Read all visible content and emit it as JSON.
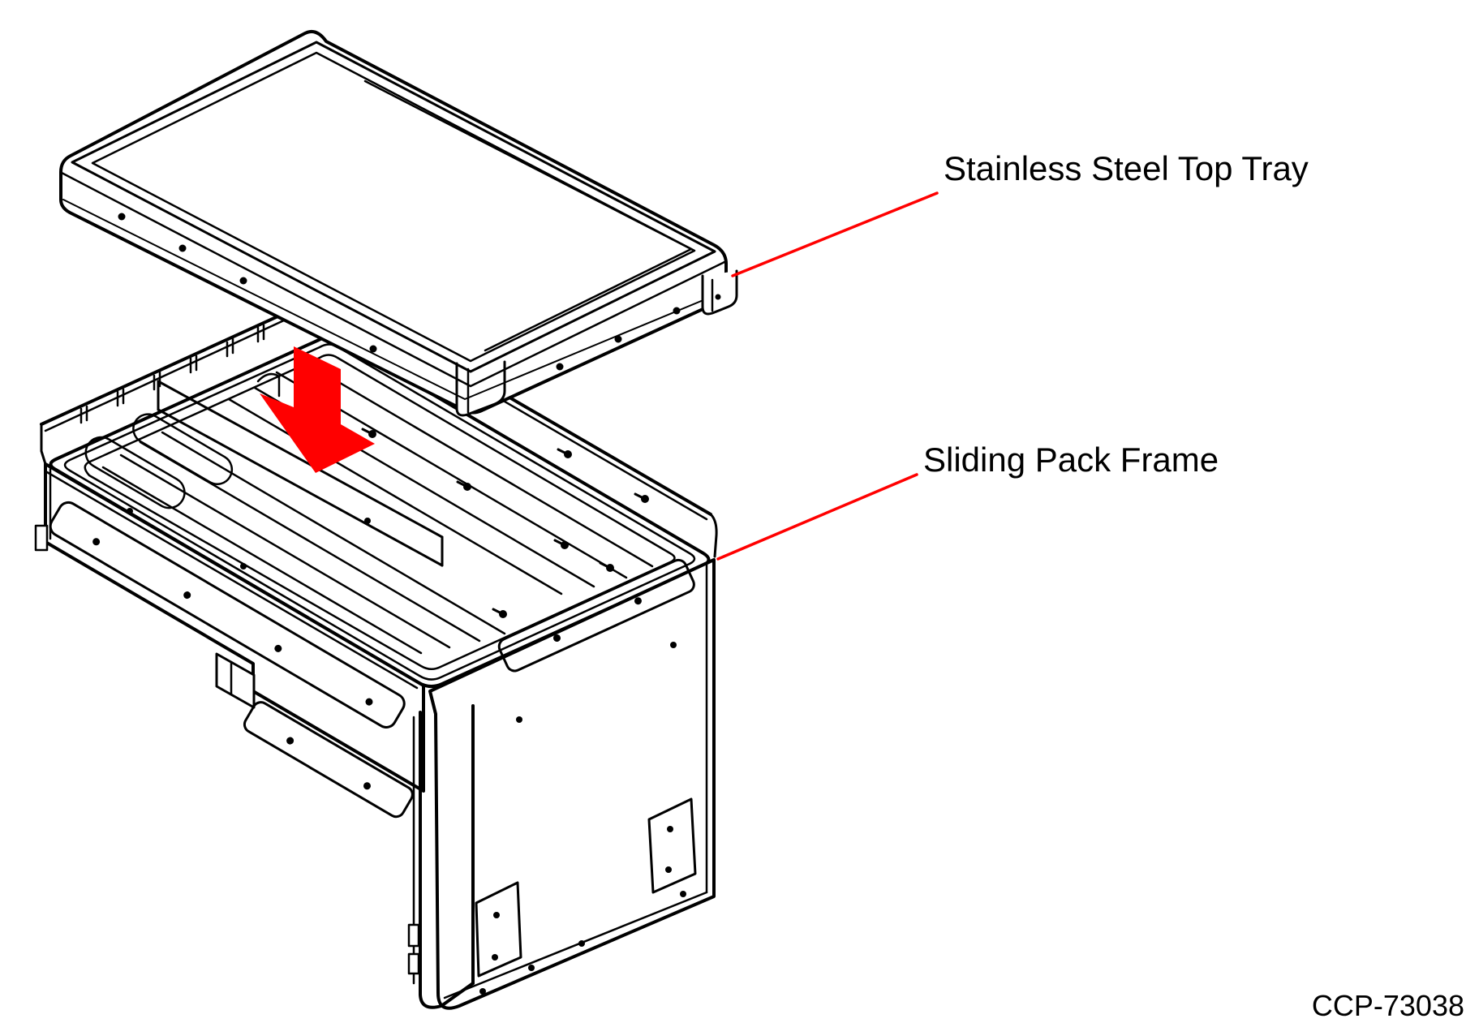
{
  "diagram": {
    "title_labels": {
      "top_tray": "Stainless Steel Top Tray",
      "pack_frame": "Sliding Pack Frame"
    },
    "part_number": "CCP-73038",
    "parts": [
      {
        "name": "Stainless Steel Top Tray",
        "callout": "leader line to tray right corner"
      },
      {
        "name": "Sliding Pack Frame",
        "callout": "leader line to frame right corner"
      }
    ],
    "annotations": {
      "insert_arrow": "red arrow indicating tray drops down into sliding pack frame"
    },
    "colors": {
      "line": "#000000",
      "callout": "#ff0000",
      "arrow": "#ff0000",
      "background": "#ffffff"
    }
  }
}
